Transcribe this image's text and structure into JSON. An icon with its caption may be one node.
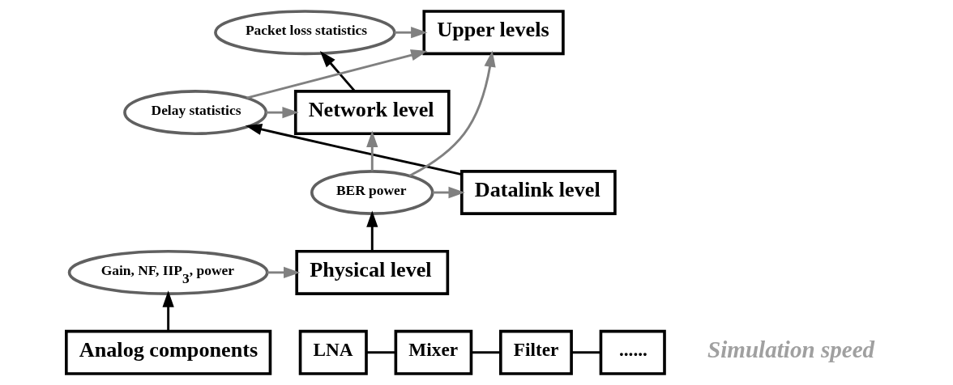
{
  "diagram": {
    "nodes": [
      {
        "text": [
          "Upper levels"
        ]
      },
      {
        "text": [
          "Packet loss statistics"
        ]
      },
      {
        "text": [
          "Network level"
        ]
      },
      {
        "text": [
          "Delay statistics"
        ]
      },
      {
        "text": [
          "Datalink level"
        ]
      },
      {
        "text": [
          "BER power"
        ]
      },
      {
        "text": [
          "Physical level"
        ]
      },
      {
        "text": [
          "Gain, NF, IIP$_{3}$, power"
        ]
      },
      {
        "text": [
          "Analog components"
        ]
      },
      {
        "text": [
          "LNA"
        ]
      },
      {
        "text": [
          "Mixer"
        ]
      },
      {
        "text": [
          "Filter"
        ]
      },
      {
        "text": [
          "......"
        ]
      }
    ],
    "edges": [
      {
        "from": 8,
        "to": 7,
        "arrow": "to"
      },
      {
        "from": 7,
        "to": 6,
        "arrow": "to",
        "color": "#808080"
      },
      {
        "from": 6,
        "to": 5,
        "arrow": "to"
      },
      {
        "from": 5,
        "to": 4,
        "arrow": "to",
        "color": "#808080"
      },
      {
        "from": 5,
        "to": 2,
        "arrow": "to",
        "color": "#808080"
      },
      {
        "from": 5,
        "to": 0,
        "arrow": "to",
        "color": "#808080"
      },
      {
        "from": 4,
        "to": 3,
        "arrow": "to"
      },
      {
        "from": 3,
        "to": 2,
        "arrow": "to",
        "color": "#808080"
      },
      {
        "from": 3,
        "to": 0,
        "arrow": "to",
        "color": "#808080"
      },
      {
        "from": 2,
        "to": 1,
        "arrow": "to"
      },
      {
        "from": 1,
        "to": 0,
        "arrow": "to",
        "color": "#808080"
      },
      {
        "from": 9,
        "to": 10,
        "arrow": "none"
      },
      {
        "from": 10,
        "to": 11,
        "arrow": "none"
      },
      {
        "from": 11,
        "to": 12,
        "arrow": "none"
      }
    ],
    "labels": [
      "Simulation speed"
    ]
  }
}
